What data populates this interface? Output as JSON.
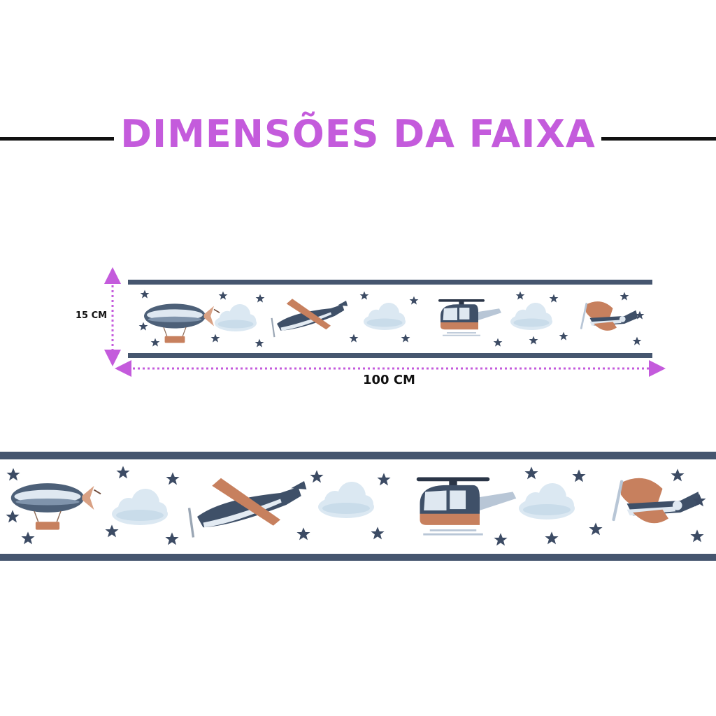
{
  "header": {
    "title": "DIMENSÕES DA FAIXA"
  },
  "dimensions": {
    "height_label": "15 CM",
    "width_label": "100 CM"
  },
  "colors": {
    "title": "#c45bdc",
    "rule": "#111111",
    "stripe": "#46566f",
    "arrow": "#c45bdc",
    "star": "#3c4b64",
    "cloud": "#dbe8f2",
    "copper": "#c7805e"
  },
  "banner_icons": [
    "zeppelin-icon",
    "cloud-icon",
    "airplane-icon",
    "cloud-icon",
    "helicopter-icon",
    "cloud-icon",
    "biplane-icon"
  ]
}
